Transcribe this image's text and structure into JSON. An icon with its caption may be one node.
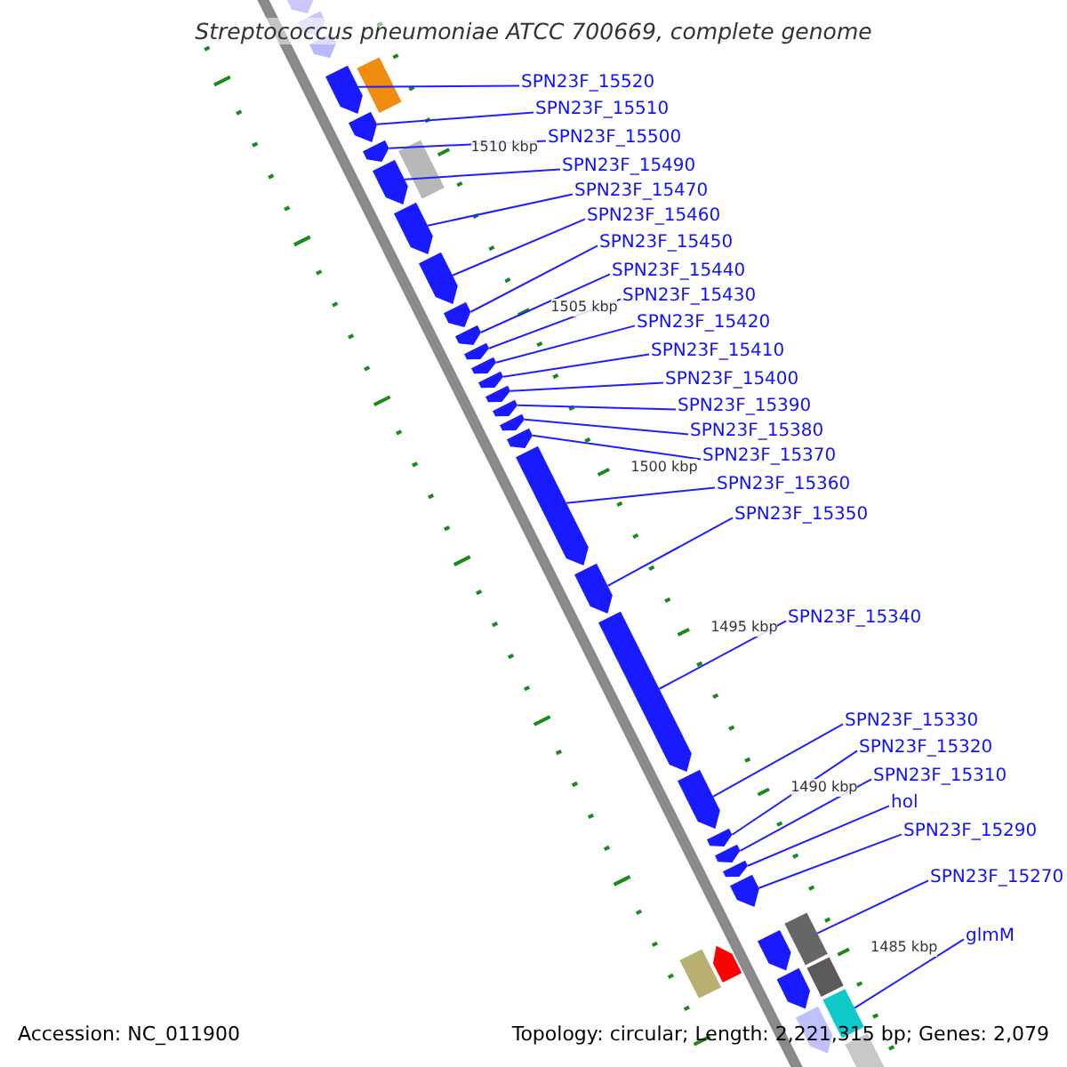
{
  "diagram": {
    "title": "Streptococcus pneumoniae ATCC 700669, complete genome",
    "nodes": [
      {
        "text": [
          "SPN23F_15520"
        ]
      },
      {
        "text": [
          "SPN23F_15510"
        ]
      },
      {
        "text": [
          "SPN23F_15500"
        ]
      },
      {
        "text": [
          "SPN23F_15490"
        ]
      },
      {
        "text": [
          "SPN23F_15470"
        ]
      },
      {
        "text": [
          "SPN23F_15460"
        ]
      },
      {
        "text": [
          "SPN23F_15450"
        ]
      },
      {
        "text": [
          "SPN23F_15440"
        ]
      },
      {
        "text": [
          "SPN23F_15430"
        ]
      },
      {
        "text": [
          "SPN23F_15420"
        ]
      },
      {
        "text": [
          "SPN23F_15410"
        ]
      },
      {
        "text": [
          "SPN23F_15400"
        ]
      },
      {
        "text": [
          "SPN23F_15390"
        ]
      },
      {
        "text": [
          "SPN23F_15380"
        ]
      },
      {
        "text": [
          "SPN23F_15370"
        ]
      },
      {
        "text": [
          "SPN23F_15360"
        ]
      },
      {
        "text": [
          "SPN23F_15350"
        ]
      },
      {
        "text": [
          "SPN23F_15340"
        ]
      },
      {
        "text": [
          "SPN23F_15330"
        ]
      },
      {
        "text": [
          "SPN23F_15320"
        ]
      },
      {
        "text": [
          "SPN23F_15310"
        ]
      },
      {
        "text": [
          "hol"
        ]
      },
      {
        "text": [
          "SPN23F_15290"
        ]
      },
      {
        "text": [
          "SPN23F_15270"
        ]
      },
      {
        "text": [
          "glmM"
        ]
      },
      {
        "text": [],
        "shape": "arrow"
      },
      {
        "text": [],
        "shape": "arrow"
      },
      {
        "text": [],
        "shape": "arrow"
      },
      {
        "text": [],
        "shape": "arrow"
      },
      {
        "text": [],
        "shape": "arrow"
      },
      {
        "text": [],
        "shape": "arrow"
      },
      {
        "text": [],
        "shape": "arrow"
      },
      {
        "text": [],
        "shape": "arrow"
      },
      {
        "text": [],
        "shape": "arrow"
      },
      {
        "text": [],
        "shape": "arrow"
      },
      {
        "text": [],
        "shape": "arrow"
      },
      {
        "text": [],
        "shape": "arrow"
      },
      {
        "text": [],
        "shape": "arrow"
      },
      {
        "text": [],
        "shape": "arrow"
      },
      {
        "text": [],
        "shape": "arrow"
      },
      {
        "text": [],
        "shape": "arrow"
      },
      {
        "text": [],
        "shape": "arrow"
      },
      {
        "text": [],
        "shape": "arrow"
      },
      {
        "text": [],
        "shape": "arrow"
      },
      {
        "text": [],
        "shape": "arrow"
      },
      {
        "text": [],
        "shape": "arrow"
      },
      {
        "text": [],
        "shape": "arrow"
      },
      {
        "text": [],
        "shape": "arrow"
      },
      {
        "text": [],
        "shape": "box"
      },
      {
        "text": [],
        "shape": "box"
      },
      {
        "text": [],
        "shape": "arrow"
      },
      {
        "text": [],
        "shape": "arrow"
      },
      {
        "text": [],
        "shape": "arrow"
      },
      {
        "text": [],
        "shape": "box"
      },
      {
        "text": [],
        "shape": "box"
      },
      {
        "text": [],
        "shape": "arrow"
      },
      {
        "text": [],
        "shape": "box"
      },
      {
        "text": [],
        "shape": "arrow"
      },
      {
        "text": [],
        "shape": "arrow"
      },
      {
        "text": [],
        "shape": "arrow"
      },
      {
        "text": [],
        "shape": "box"
      },
      {
        "text": [],
        "shape": "box"
      }
    ],
    "edges": [
      {
        "from": 0,
        "to": 25,
        "arrow": "none"
      },
      {
        "from": 1,
        "to": 26,
        "arrow": "none"
      },
      {
        "from": 2,
        "to": 27,
        "arrow": "none"
      },
      {
        "from": 3,
        "to": 28,
        "arrow": "none"
      },
      {
        "from": 4,
        "to": 29,
        "arrow": "none"
      },
      {
        "from": 5,
        "to": 30,
        "arrow": "none"
      },
      {
        "from": 6,
        "to": 31,
        "arrow": "none"
      },
      {
        "from": 7,
        "to": 32,
        "arrow": "none"
      },
      {
        "from": 8,
        "to": 33,
        "arrow": "none"
      },
      {
        "from": 9,
        "to": 34,
        "arrow": "none"
      },
      {
        "from": 10,
        "to": 35,
        "arrow": "none"
      },
      {
        "from": 11,
        "to": 36,
        "arrow": "none"
      },
      {
        "from": 12,
        "to": 37,
        "arrow": "none"
      },
      {
        "from": 13,
        "to": 38,
        "arrow": "none"
      },
      {
        "from": 14,
        "to": 39,
        "arrow": "none"
      },
      {
        "from": 15,
        "to": 40,
        "arrow": "none"
      },
      {
        "from": 16,
        "to": 41,
        "arrow": "none"
      },
      {
        "from": 17,
        "to": 42,
        "arrow": "none"
      },
      {
        "from": 18,
        "to": 43,
        "arrow": "none"
      },
      {
        "from": 19,
        "to": 44,
        "arrow": "none"
      },
      {
        "from": 20,
        "to": 45,
        "arrow": "none"
      },
      {
        "from": 21,
        "to": 46,
        "arrow": "none"
      },
      {
        "from": 22,
        "to": 47,
        "arrow": "none"
      },
      {
        "from": 23,
        "to": 48,
        "arrow": "none"
      },
      {
        "from": 24,
        "to": 49,
        "arrow": "none"
      }
    ],
    "labels": [
      "1510 kbp",
      "1505 kbp",
      "1500 kbp",
      "1495 kbp",
      "1490 kbp",
      "1485 kbp",
      "Accession: NC_011900",
      "Topology: circular; Length: 2,221,315 bp; Genes: 2,079"
    ]
  }
}
